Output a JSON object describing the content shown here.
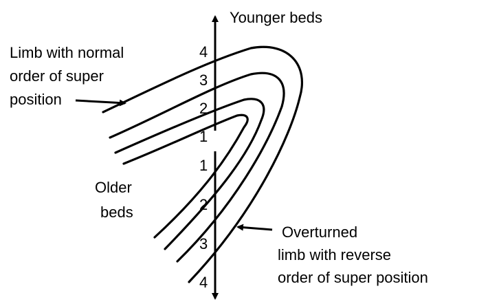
{
  "labels": {
    "younger_beds": "Younger beds",
    "normal_limb": [
      "Limb with normal",
      "order of super",
      "position"
    ],
    "older_beds": [
      "Older",
      "beds"
    ],
    "overturned_limb": [
      "Overturned",
      "limb with reverse",
      "order of super position"
    ]
  },
  "upper_numbers": [
    "4",
    "3",
    "2",
    "1"
  ],
  "lower_numbers": [
    "1",
    "2",
    "3",
    "4"
  ]
}
